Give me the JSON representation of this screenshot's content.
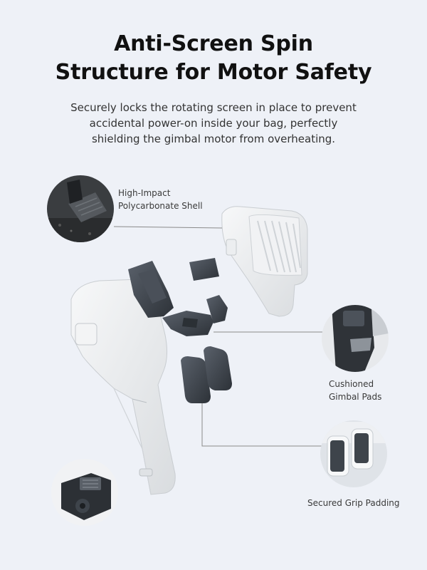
{
  "heading": {
    "line1": "Anti-Screen Spin",
    "line2": "Structure for Motor Safety"
  },
  "description": {
    "line1": "Securely locks the rotating screen in place to prevent",
    "line2": "accidental power-on inside your bag, perfectly",
    "line3": "shielding the gimbal motor from overheating."
  },
  "callouts": {
    "shell": {
      "line1": "High-Impact",
      "line2": "Polycarbonate Shell"
    },
    "gimbal_pads": {
      "line1": "Cushioned",
      "line2": "Gimbal Pads"
    },
    "grip": {
      "line1": "Secured Grip Padding"
    }
  },
  "colors": {
    "background": "#eef1f7",
    "shell": "#eceeef",
    "pads": "#3e444d",
    "text": "#111111"
  }
}
